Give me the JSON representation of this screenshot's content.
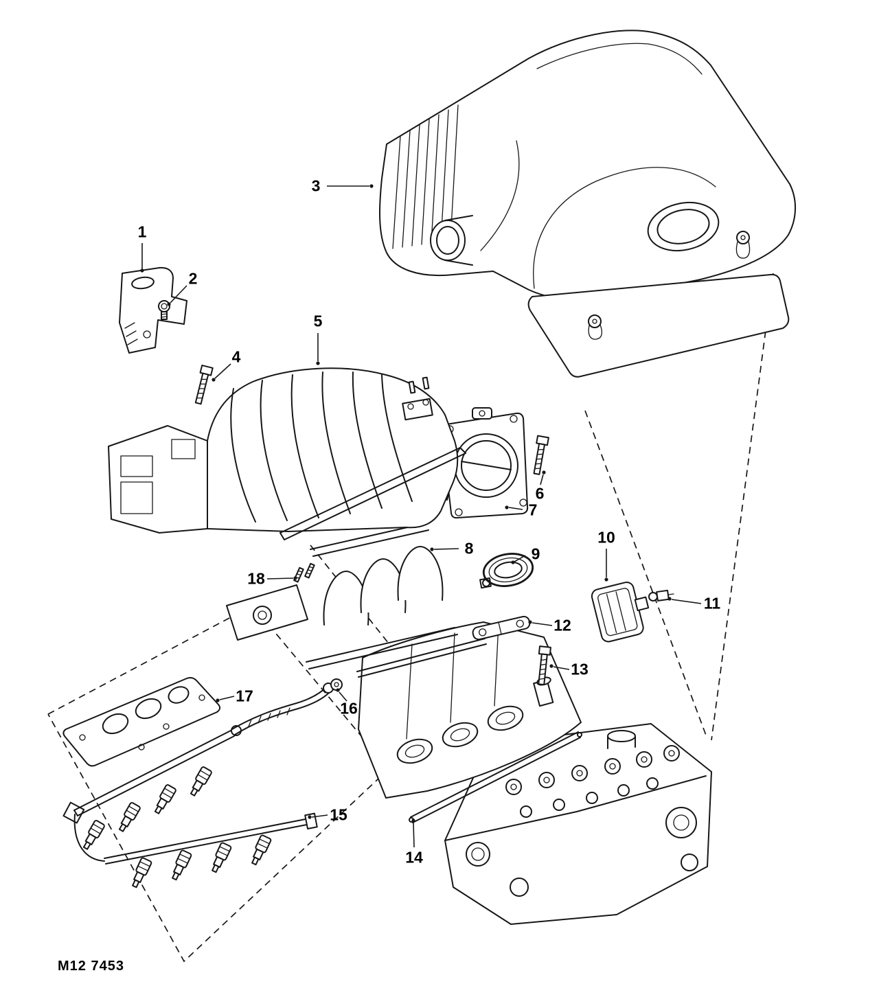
{
  "figure_code": "M12 7453",
  "callouts": [
    {
      "label": "1"
    },
    {
      "label": "2"
    },
    {
      "label": "3"
    },
    {
      "label": "4"
    },
    {
      "label": "5"
    },
    {
      "label": "6"
    },
    {
      "label": "7"
    },
    {
      "label": "8"
    },
    {
      "label": "9"
    },
    {
      "label": "10"
    },
    {
      "label": "11"
    },
    {
      "label": "12"
    },
    {
      "label": "13"
    },
    {
      "label": "14"
    },
    {
      "label": "15"
    },
    {
      "label": "16"
    },
    {
      "label": "17"
    },
    {
      "label": "18"
    }
  ]
}
